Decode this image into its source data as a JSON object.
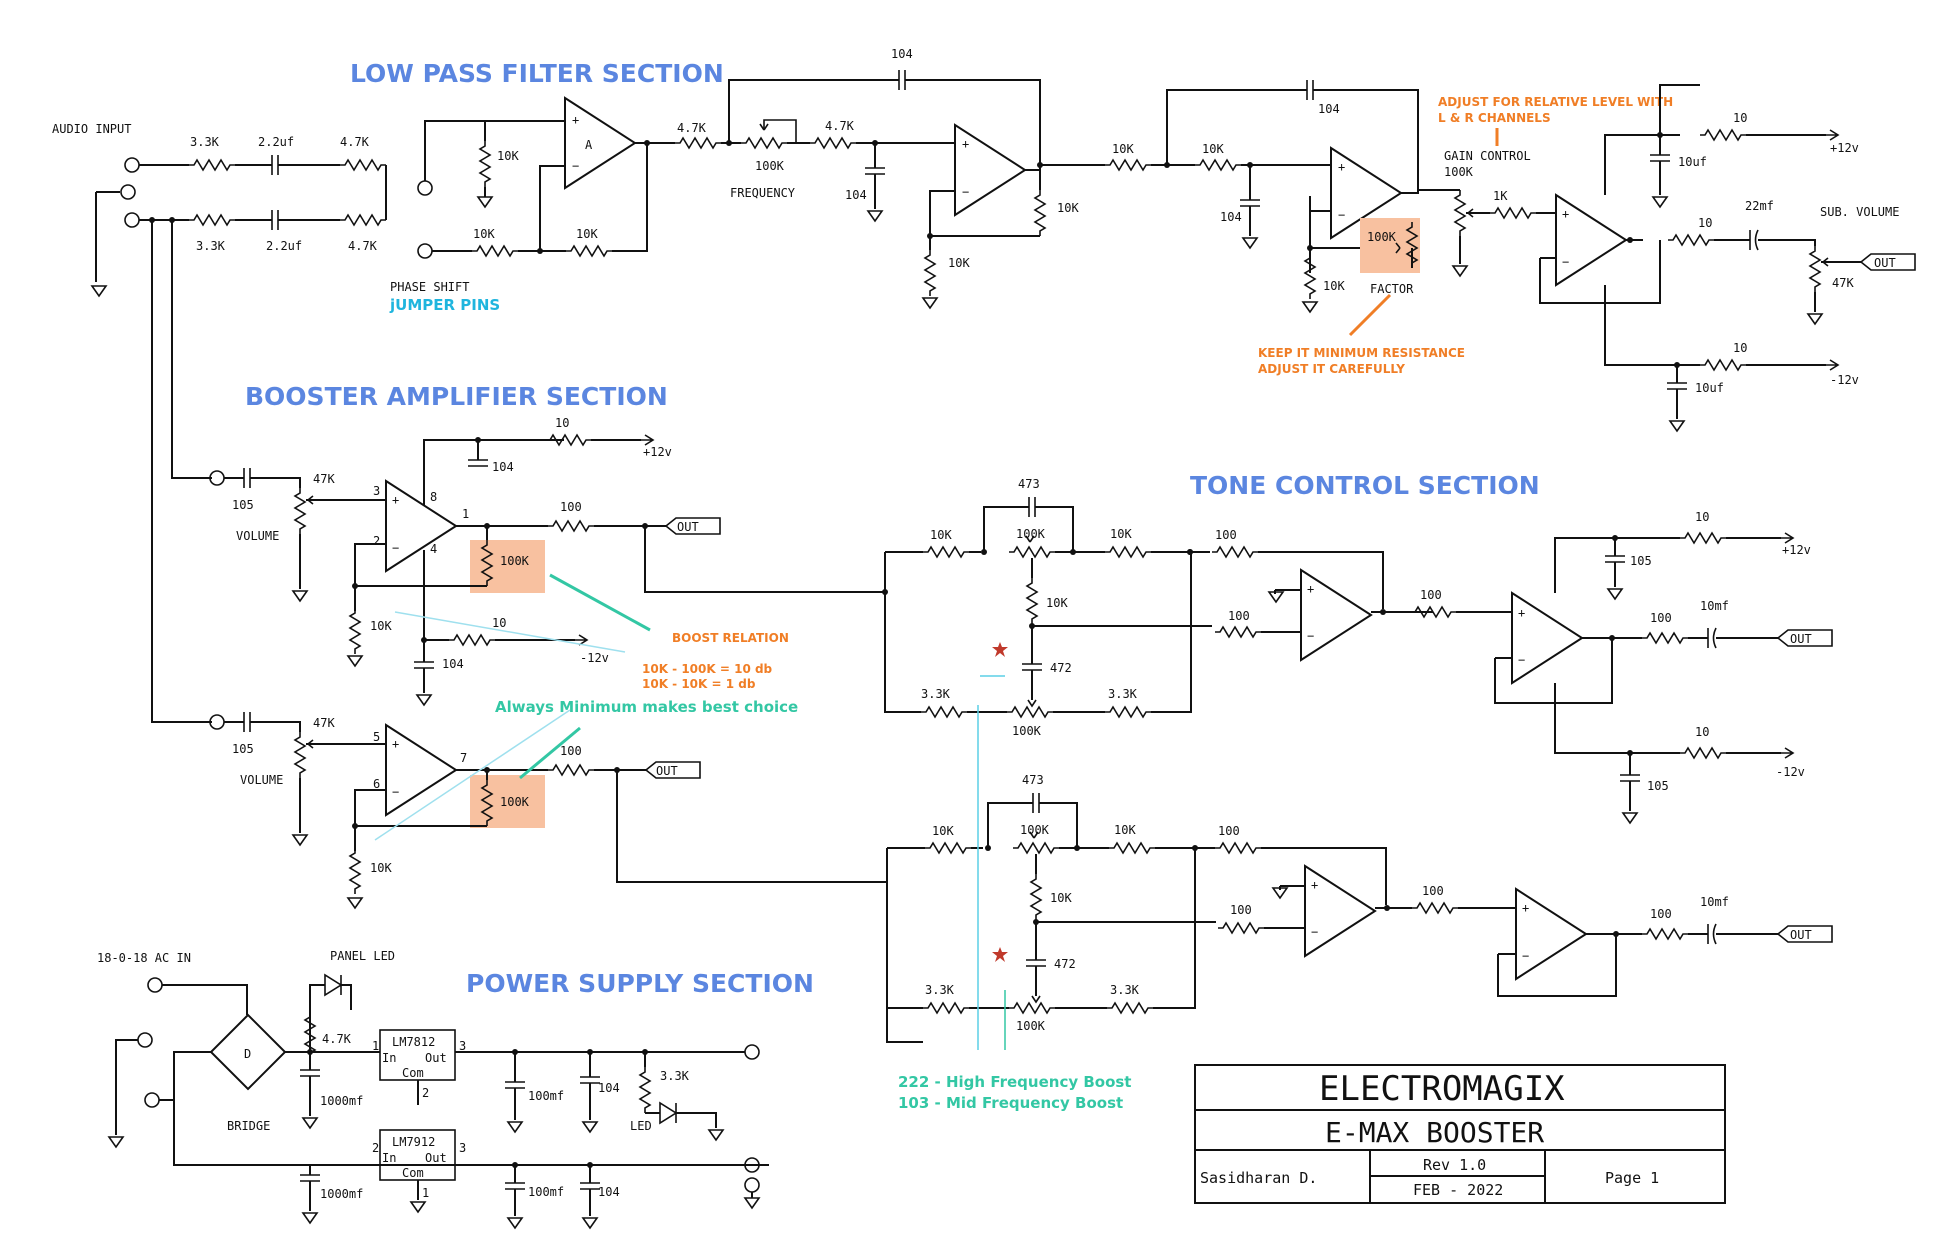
{
  "sections": {
    "low_pass": "LOW PASS FILTER SECTION",
    "booster": "BOOSTER AMPLIFIER SECTION",
    "tone": "TONE CONTROL SECTION",
    "power": "POWER SUPPLY SECTION"
  },
  "labels": {
    "audio_input": "AUDIO INPUT",
    "phase_shift": "PHASE SHIFT",
    "jumper_pins": "jUMPER PINS",
    "frequency": "FREQUENCY",
    "gain_control": "GAIN CONTROL",
    "factor": "FACTOR",
    "sub_volume": "SUB. VOLUME",
    "volume": "VOLUME",
    "out": "OUT",
    "ac_in": "18-0-18 AC IN",
    "panel_led": "PANEL LED",
    "bridge": "BRIDGE",
    "led": "LED",
    "opamp_a": "A",
    "bridge_d": "D",
    "reg1": "LM7812",
    "reg2": "LM7912",
    "reg_in": "In",
    "reg_out": "Out",
    "reg_com": "Com"
  },
  "components": {
    "r3k3": "3.3K",
    "c2u2": "2.2uf",
    "r4k7": "4.7K",
    "r10k": "10K",
    "r100k": "100K",
    "c104": "104",
    "r1k": "1K",
    "r10": "10",
    "r100": "100",
    "c10uf": "10uf",
    "c22mf": "22mf",
    "r47k": "47K",
    "c105": "105",
    "c473": "473",
    "c472": "472",
    "c10mf": "10mf",
    "c1000mf": "1000mf",
    "c100mf": "100mf",
    "p12": "+12v",
    "m12": "-12v",
    "pin1": "1",
    "pin2": "2",
    "pin3": "3",
    "pin4": "4",
    "pin5": "5",
    "pin6": "6",
    "pin7": "7",
    "pin8": "8"
  },
  "notes": {
    "adjust_1": "ADJUST FOR RELATIVE LEVEL WITH",
    "adjust_2": "L & R CHANNELS",
    "keep_1": "KEEP IT MINIMUM RESISTANCE",
    "keep_2": "ADJUST IT CAREFULLY",
    "boost_relation": "BOOST RELATION",
    "boost_1": "10K - 100K  = 10 db",
    "boost_2": "10K - 10K    = 1 db",
    "always_min": "Always Minimum makes best choice",
    "hf_boost": "222  - High Frequency Boost",
    "mf_boost": "103  - Mid Frequency Boost"
  },
  "title_block": {
    "company": "ELECTROMAGIX",
    "project": "E-MAX BOOSTER",
    "author": "Sasidharan D.",
    "revision": "Rev 1.0",
    "date": "FEB - 2022",
    "page": "Page 1"
  },
  "colors": {
    "section_title": "#5b86e0",
    "note_orange": "#f07e26",
    "note_cyan": "#1fb5de",
    "note_green": "#33c7a4",
    "highlight": "#f8c1a0",
    "star": "#c0392b"
  }
}
